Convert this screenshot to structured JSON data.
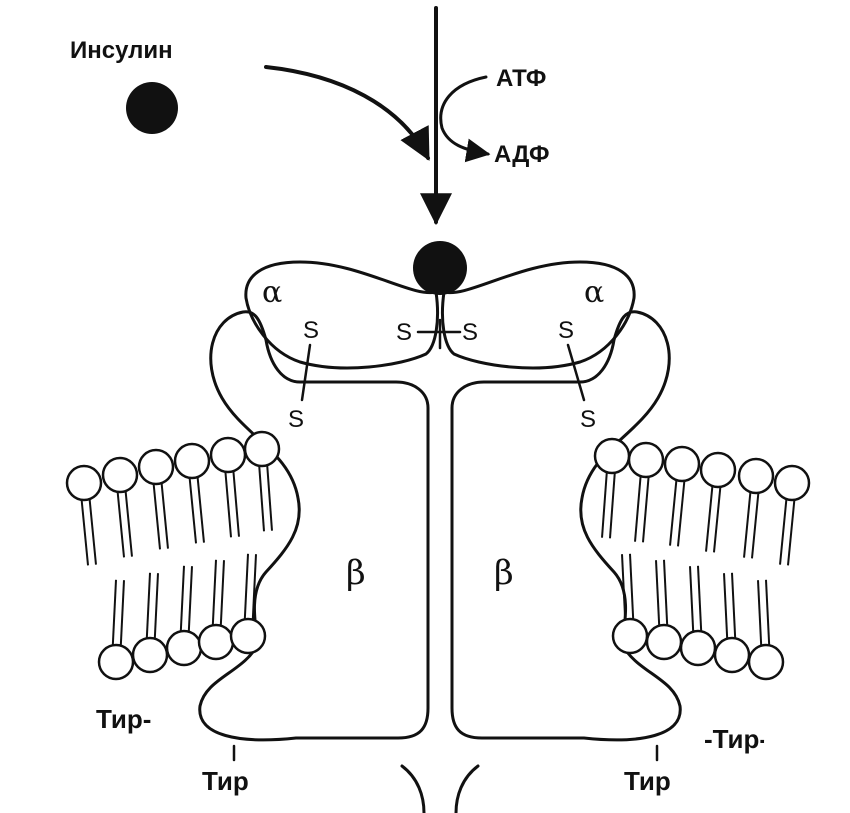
{
  "labels": {
    "insulin": "Инсулин",
    "atp": "АТФ",
    "adp": "АДФ",
    "alpha_left": "α",
    "alpha_right": "α",
    "beta_left": "β",
    "beta_right": "β",
    "sulfur": "S",
    "tyr_left_upper": "Тир-",
    "tyr_left_lower": "Тир",
    "tyr_right_upper": "-Тир-",
    "tyr_right_lower": "Тир"
  },
  "colors": {
    "ink": "#111111",
    "background": "#ffffff"
  }
}
